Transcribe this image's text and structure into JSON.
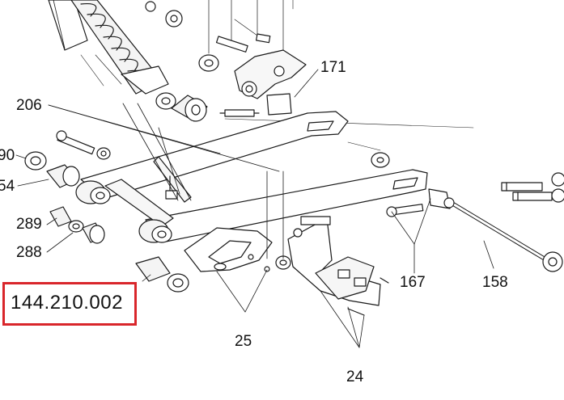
{
  "callouts": {
    "c206": "206",
    "c90": "90",
    "c54": "54",
    "c289": "289",
    "c288": "288",
    "c171": "171",
    "c167": "167",
    "c158": "158",
    "c25": "25",
    "c24": "24"
  },
  "reference": {
    "part_number": "144.210.002",
    "box_color": "#d9262b"
  }
}
